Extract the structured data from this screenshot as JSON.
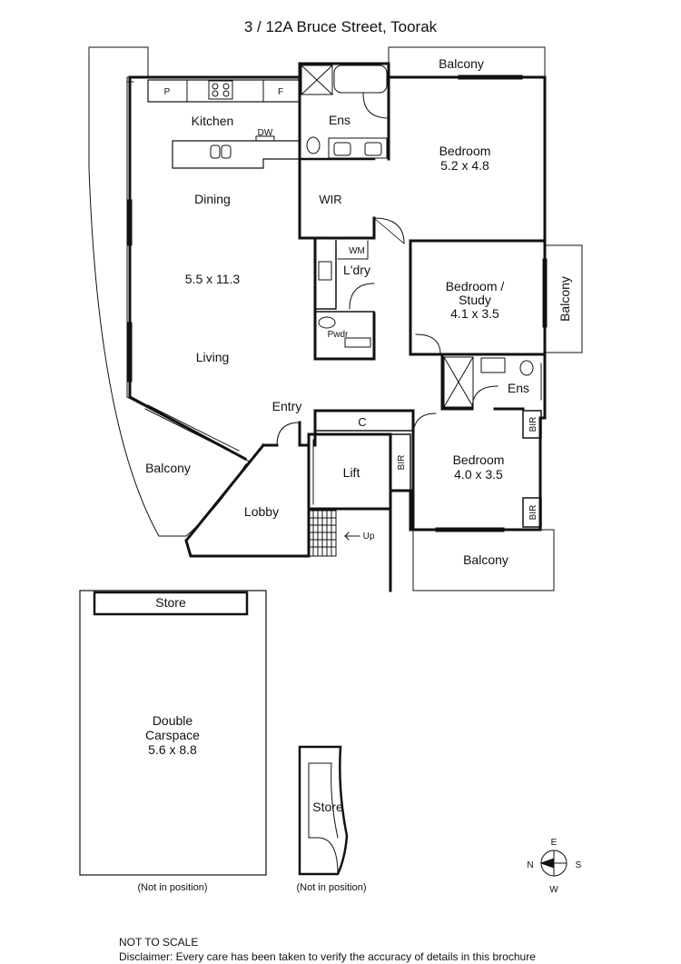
{
  "title": "3 / 12A Bruce Street, Toorak",
  "rooms": {
    "balcony_top": "Balcony",
    "pantry": "P",
    "fridge": "F",
    "kitchen": "Kitchen",
    "dishwasher": "DW",
    "ensuite_main": "Ens",
    "bedroom1_name": "Bedroom",
    "bedroom1_size": "5.2 x 4.8",
    "dining": "Dining",
    "wir": "WIR",
    "washing_machine": "WM",
    "laundry": "L'dry",
    "living_size": "5.5 x 11.3",
    "powder": "Pwdr",
    "bedroom2_name_1": "Bedroom /",
    "bedroom2_name_2": "Study",
    "bedroom2_size": "4.1 x 3.5",
    "balcony_side": "Balcony",
    "living": "Living",
    "ensuite_2": "Ens",
    "bir_1": "BIR",
    "entry": "Entry",
    "cupboard": "C",
    "balcony_left": "Balcony",
    "lift": "Lift",
    "bir_lift": "BIR",
    "bedroom3_name": "Bedroom",
    "bedroom3_size": "4.0 x 3.5",
    "lobby": "Lobby",
    "stairs_up": "Up",
    "bir_2": "BIR",
    "balcony_bottom": "Balcony"
  },
  "carpark": {
    "store": "Store",
    "name_1": "Double",
    "name_2": "Carspace",
    "size": "5.6 x 8.8",
    "note": "(Not in position)"
  },
  "store2": {
    "name": "Store",
    "note": "(Not in position)"
  },
  "compass": {
    "n": "N",
    "e": "E",
    "s": "S",
    "w": "W"
  },
  "footer": {
    "scale_note": "NOT TO SCALE",
    "disclaimer": "Disclaimer: Every care has been taken to verify the accuracy of details in this brochure"
  }
}
